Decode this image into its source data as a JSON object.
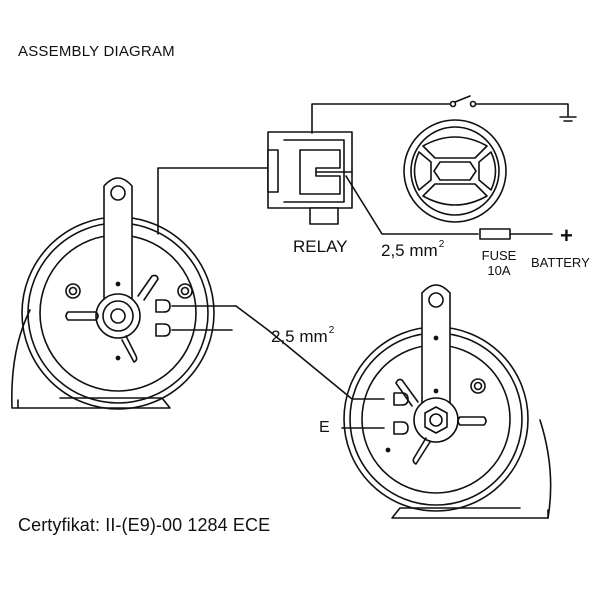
{
  "diagram": {
    "title": "ASSEMBLY DIAGRAM",
    "relay_label": "RELAY",
    "wire_gauge_top": "2,5 mm",
    "wire_gauge_bottom": "2,5 mm",
    "superscript": "2",
    "fuse_label": "FUSE",
    "fuse_rating": "10A",
    "battery_label": "BATTERY",
    "battery_terminal": "+",
    "ground_label": "E",
    "certificate": "Certyfikat: II-(E9)-00 1284 ECE"
  },
  "colors": {
    "line": "#111111",
    "background": "#ffffff"
  }
}
